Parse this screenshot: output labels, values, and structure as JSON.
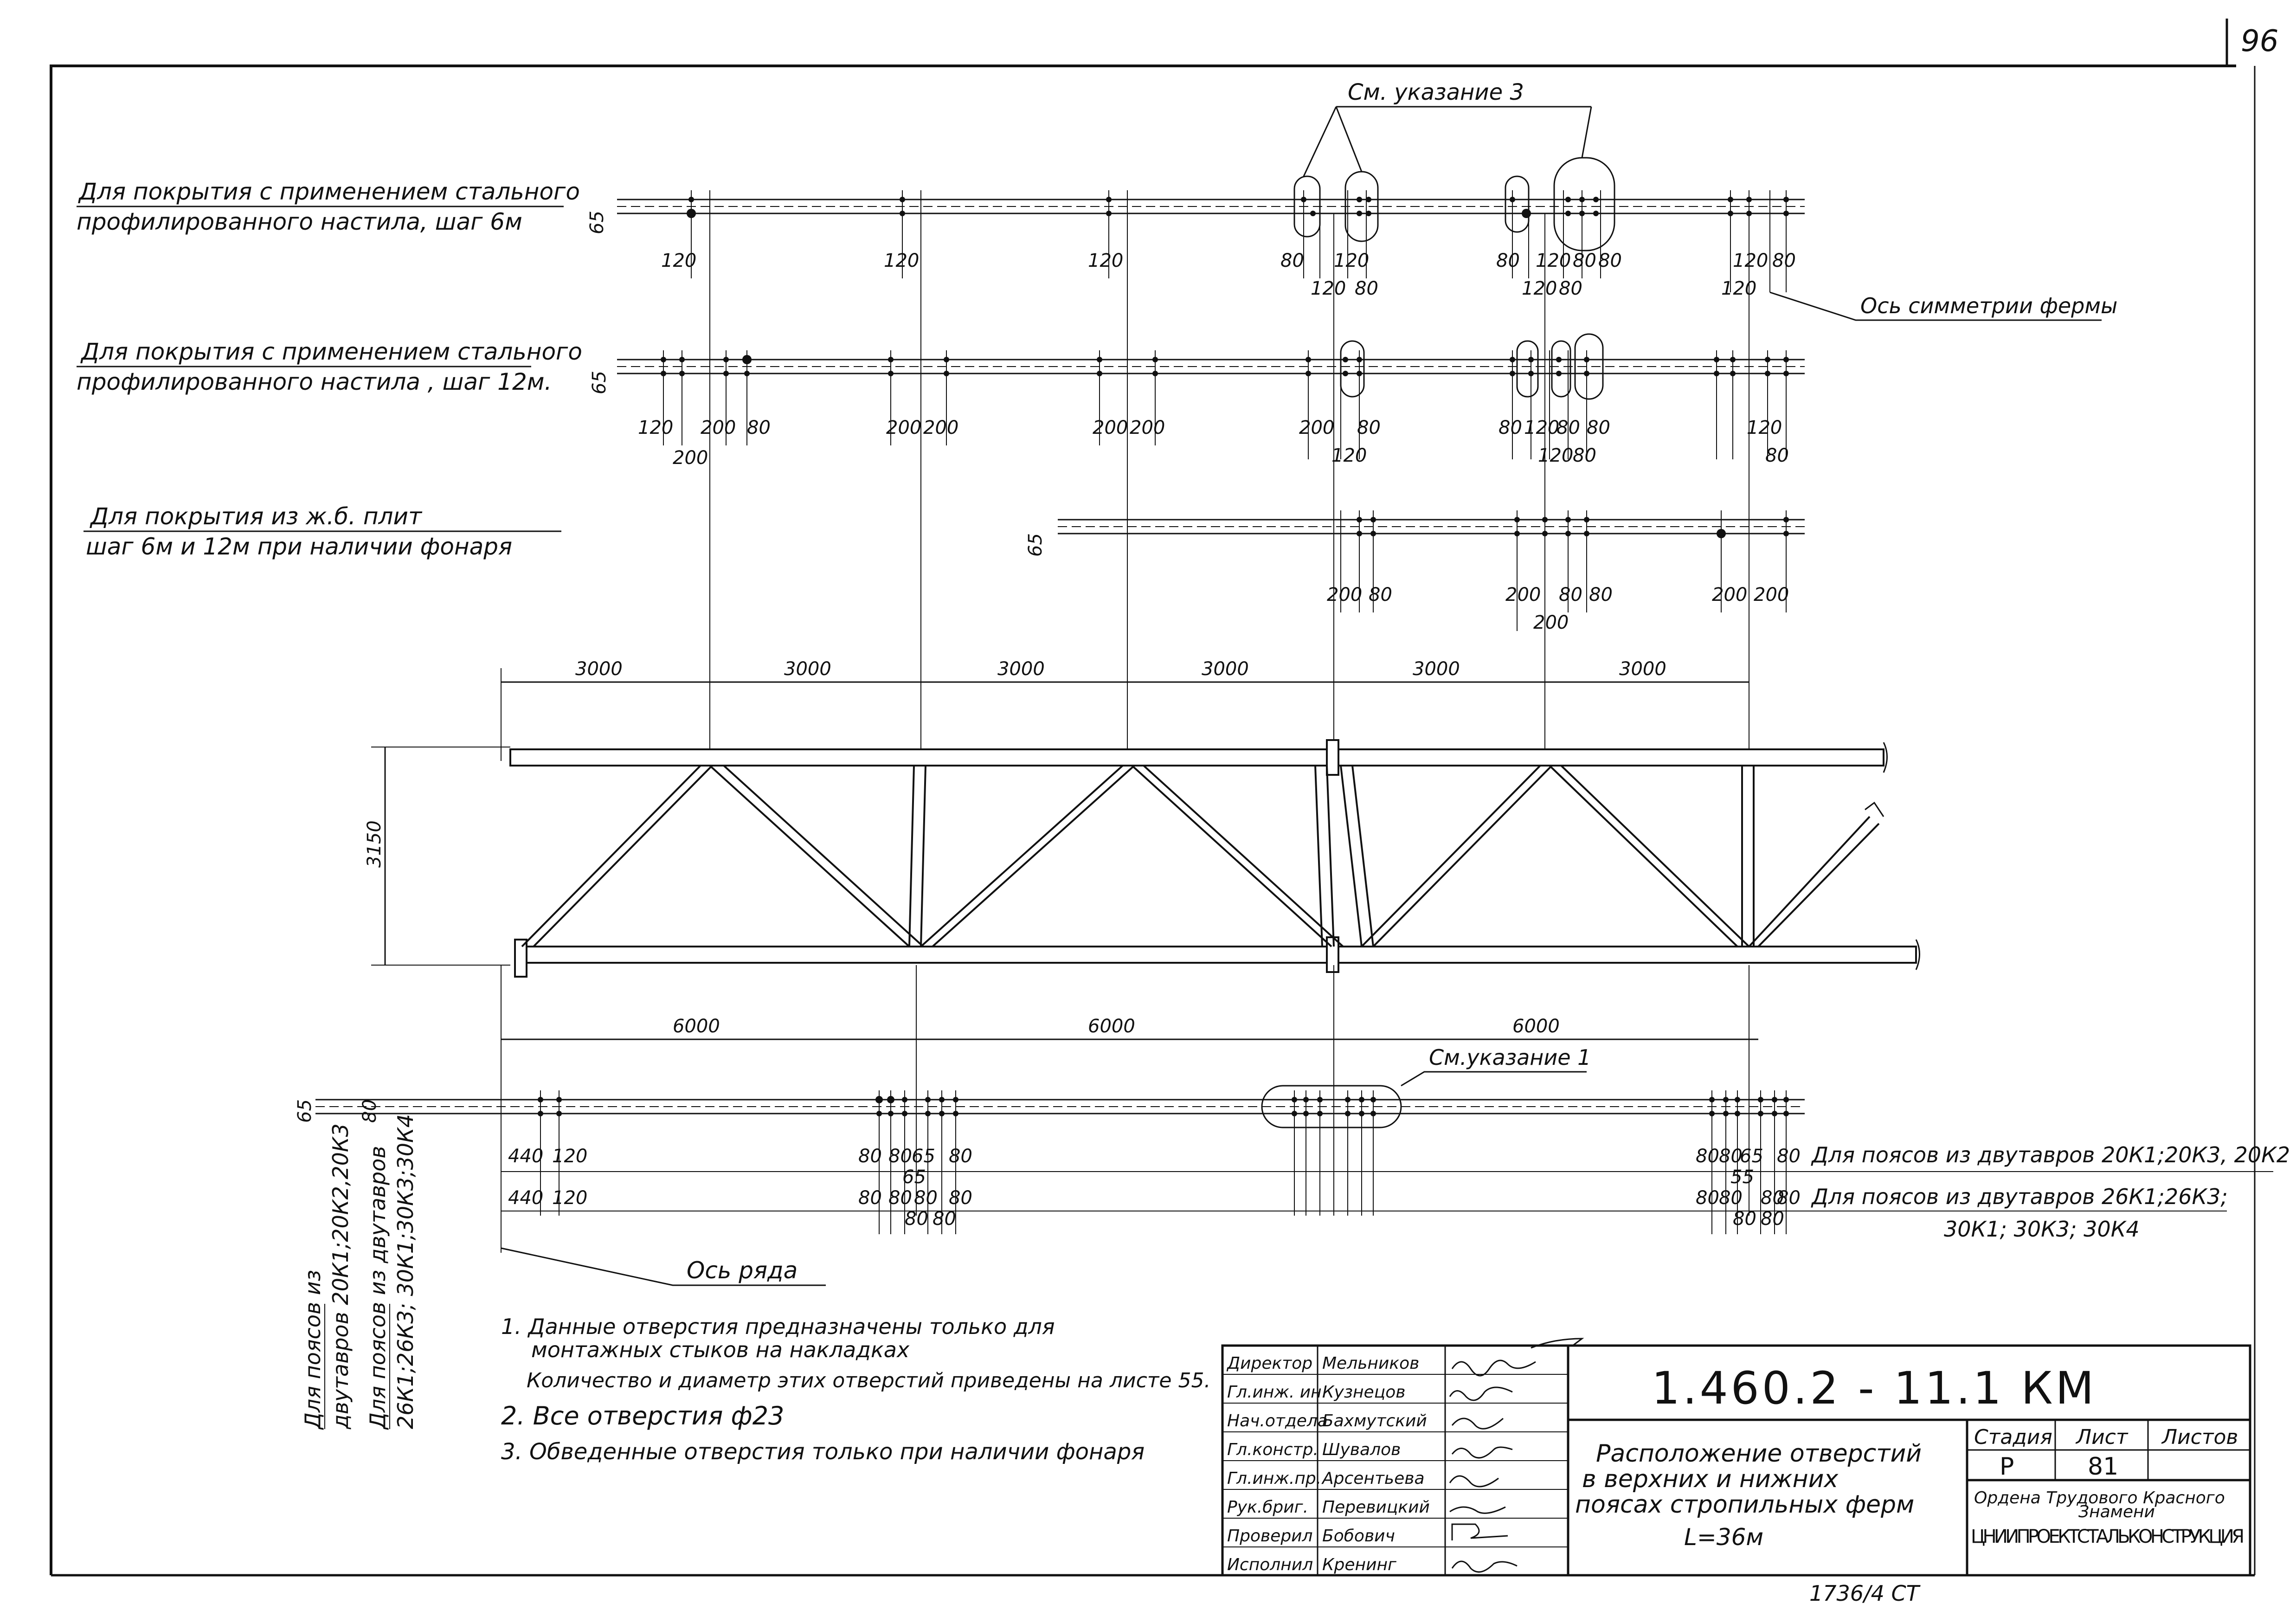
{
  "page_number": "96",
  "notes_callouts": {
    "see_note_3": "См. указание 3",
    "see_note_1": "См.указание 1",
    "symmetry_axis": "Ось симметрии фермы",
    "row_axis": "Ось ряда"
  },
  "rows": {
    "row1": {
      "line1": "Для покрытия с применением стального",
      "line2": "профилированного настила, шаг 6м"
    },
    "row2": {
      "line1": "Для покрытия с применением стального",
      "line2": "профилированного настила , шаг 12м."
    },
    "row3": {
      "line1": "Для покрытия из ж.б. плит",
      "line2": "шаг 6м и 12м при наличии фонаря"
    }
  },
  "chord_labels": {
    "left1_line1": "Для поясов из",
    "left1_line2": "двутавров 20К1;20К2,20К3",
    "left2_line1": "Для поясов из двутавров",
    "left2_line2": "26К1;26К3; 30К1;30К3;30К4",
    "right1": "Для поясов из двутавров 20К1;20К3, 20К2",
    "right2_line1": "Для поясов из двутавров 26К1;26К3;",
    "right2_line2": "30К1; 30К3; 30К4"
  },
  "dimensions": {
    "top_spans": [
      "3000",
      "3000",
      "3000",
      "3000",
      "3000",
      "3000"
    ],
    "bottom_spans": [
      "6000",
      "6000",
      "6000"
    ],
    "height": "3150",
    "edge_65": "65",
    "row1": [
      "120",
      "120",
      "120",
      "80",
      "120",
      "120",
      "80",
      "80",
      "120",
      "80",
      "80",
      "120",
      "80",
      "120",
      "80",
      "120"
    ],
    "row2": [
      "120",
      "200",
      "80",
      "200",
      "200",
      "200",
      "200",
      "200",
      "200",
      "200",
      "80",
      "120",
      "80",
      "120",
      "80",
      "80",
      "80",
      "120",
      "80",
      "120",
      "80"
    ],
    "row3": [
      "200",
      "80",
      "200",
      "80",
      "80",
      "200",
      "200",
      "200"
    ],
    "bottom_row1": [
      "440",
      "120",
      "80",
      "80",
      "65",
      "80",
      "80",
      "80",
      "65",
      "80"
    ],
    "bottom_row2": [
      "440",
      "120",
      "80",
      "80",
      "80",
      "80",
      "65",
      "80",
      "80",
      "80",
      "80",
      "80",
      "55",
      "80"
    ]
  },
  "notes": {
    "n1_line1": "1. Данные отверстия предназначены только для",
    "n1_line2": "монтажных стыков на накладках",
    "n1_line3": "Количество и диаметр этих отверстий приведены на листе 55.",
    "n2": "2. Все отверстия ф23",
    "n3": "3. Обведенные отверстия только при наличии фонаря"
  },
  "title_block": {
    "designation": "1.460.2 - 11.1 КМ",
    "title_line1": "Расположение отверстий",
    "title_line2": "в верхних и нижних",
    "title_line3": "поясах стропильных ферм",
    "title_line4": "L=36м",
    "stage_header": "Стадия",
    "sheet_header": "Лист",
    "sheets_header": "Листов",
    "stage_value": "Р",
    "sheet_value": "81",
    "org_line1": "Ордена Трудового Красного",
    "org_line2": "Знамени",
    "org_line3": "ЦНИИПРОЕКТСТАЛЬКОНСТРУКЦИЯ",
    "staff": [
      {
        "role": "Директор",
        "name": "Мельников"
      },
      {
        "role": "Гл.инж. ин.",
        "name": "Кузнецов"
      },
      {
        "role": "Нач.отдела",
        "name": "Бахмутский"
      },
      {
        "role": "Гл.констр.",
        "name": "Шувалов"
      },
      {
        "role": "Гл.инж.пр.",
        "name": "Арсентьева"
      },
      {
        "role": "Рук.бриг.",
        "name": "Перевицкий"
      },
      {
        "role": "Проверил",
        "name": "Бобович"
      },
      {
        "role": "Исполнил",
        "name": "Кренинг"
      }
    ]
  },
  "footer_scribble": "1736/4      CT"
}
